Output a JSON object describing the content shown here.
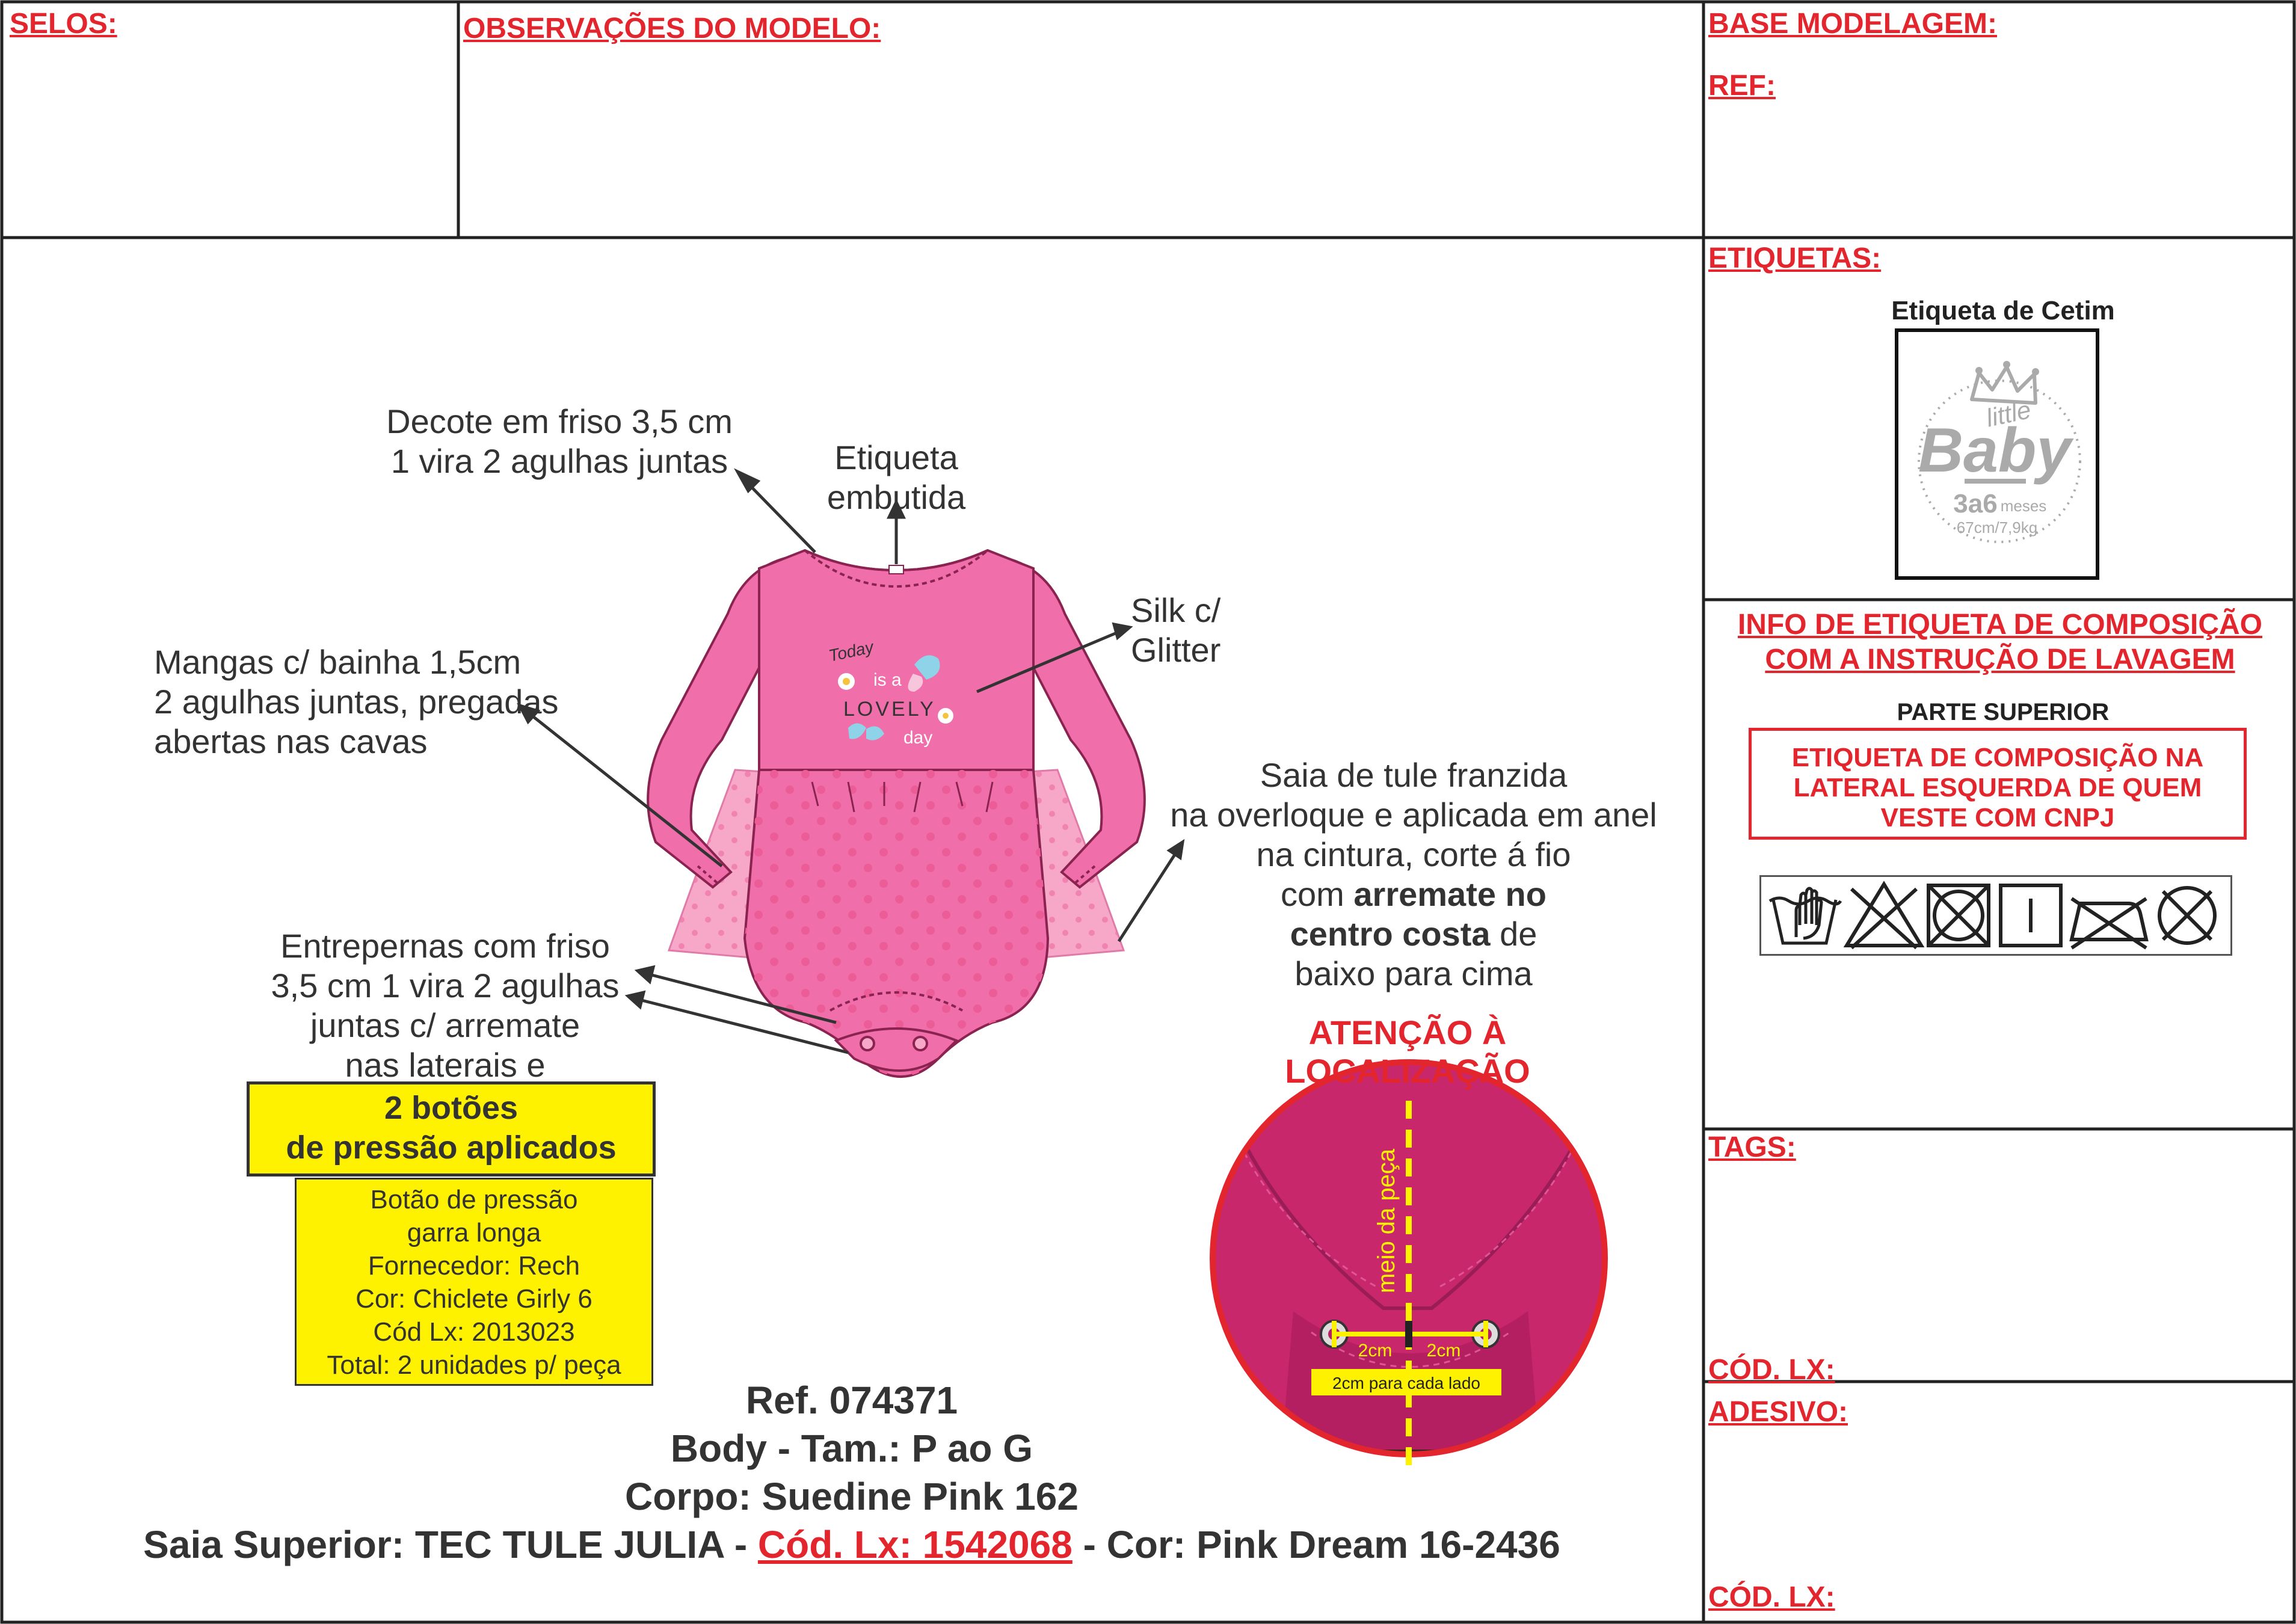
{
  "header": {
    "selos": "SELOS:",
    "observacoes": "OBSERVAÇÕES DO MODELO:",
    "base_modelagem": "BASE MODELAGEM:",
    "ref": "REF:"
  },
  "right_panel": {
    "etiquetas": "ETIQUETAS:",
    "etiqueta_cetim": "Etiqueta de Cetim",
    "label_logo": {
      "small": "little",
      "big": "Baby",
      "size": "3a6",
      "meses": "meses",
      "measure": "67cm/7,9kg"
    },
    "info_title_1": "INFO DE ETIQUETA DE COMPOSIÇÃO",
    "info_title_2": "COM A INSTRUÇÃO DE LAVAGEM",
    "parte_superior": "PARTE SUPERIOR",
    "composicao_1": "ETIQUETA DE COMPOSIÇÃO NA",
    "composicao_2": "LATERAL ESQUERDA DE QUEM",
    "composicao_3": "VESTE COM CNPJ",
    "care_icons": [
      "hand-wash-icon",
      "no-bleach-icon",
      "no-tumble-dry-icon",
      "line-dry-icon",
      "no-iron-icon",
      "no-dry-clean-icon"
    ],
    "tags": "TAGS:",
    "cod_lx_1": "CÓD. LX:",
    "adesivo": "ADESIVO:",
    "cod_lx_2": "CÓD. LX:"
  },
  "annotations": {
    "decote_1": "Decote em friso 3,5 cm",
    "decote_2": "1 vira 2 agulhas juntas",
    "etiqueta_1": "Etiqueta",
    "etiqueta_2": "embutida",
    "silk_1": "Silk c/",
    "silk_2": "Glitter",
    "mangas_1": "Mangas c/ bainha 1,5cm",
    "mangas_2": "2 agulhas juntas, pregadas",
    "mangas_3": "abertas nas cavas",
    "saia_1": "Saia de tule franzida",
    "saia_2": "na overloque e aplicada em anel",
    "saia_3": "na cintura, corte á fio",
    "saia_4a": "com ",
    "saia_4b": "arremate no",
    "saia_5a": "centro costa",
    "saia_5b": " de",
    "saia_6": "baixo para cima",
    "entrepernas_1": "Entrepernas com friso",
    "entrepernas_2": "3,5 cm 1 vira 2 agulhas",
    "entrepernas_3": "juntas c/ arremate",
    "entrepernas_4": "nas laterais e",
    "botoes_1": "2 botões",
    "botoes_2": "de pressão aplicados",
    "botao_info": [
      "Botão de pressão",
      "garra longa",
      "Fornecedor: Rech",
      "Cor: Chiclete Girly 6",
      "Cód Lx: 2013023",
      "Total: 2 unidades p/ peça"
    ],
    "atencao_1": "ATENÇÃO À",
    "atencao_2": "LOCALIZAÇÃO",
    "meio_peca": "meio da peça",
    "cm_left": "2cm",
    "cm_right": "2cm",
    "cada_lado": "2cm para cada lado"
  },
  "print": {
    "today": "Today",
    "is_a": "is a",
    "lovely": "LOVELY",
    "day": "day"
  },
  "footer": {
    "ref": "Ref. 074371",
    "body": "Body - Tam.: P ao G",
    "corpo": "Corpo: Suedine Pink 162",
    "saia_a": "Saia Superior: TEC TULE JULIA - ",
    "saia_b": "Cód. Lx: 1542068",
    "saia_c": " - Cor: Pink Dream 16-2436"
  },
  "colors": {
    "accent_red": "#e3262e",
    "garment_pink": "#f06ea9",
    "tulle_pink": "#f7a8c8",
    "highlight_yellow": "#fff200",
    "detail_magenta": "#d6267a"
  }
}
